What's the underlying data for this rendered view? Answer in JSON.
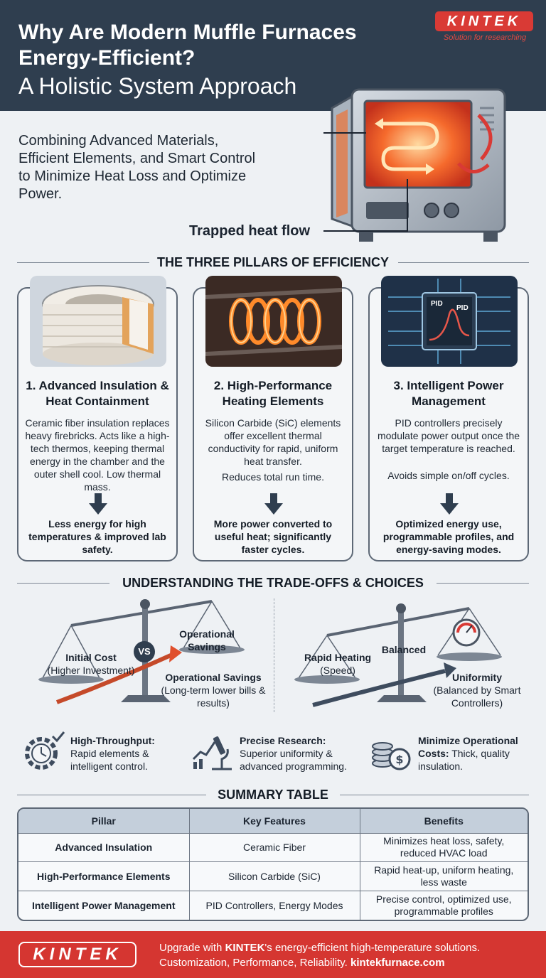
{
  "header": {
    "title_line1": "Why Are Modern Muffle Furnaces",
    "title_line2": "Energy-Efficient?",
    "title_line3": "A Holistic System Approach",
    "logo": "KINTEK",
    "tagline": "Solution for researching"
  },
  "intro": "Combining Advanced Materials, Efficient Elements, and Smart Control to Minimize Heat Loss and Optimize Power.",
  "illustration": {
    "heat_label": "Trapped heat flow"
  },
  "pillars": {
    "heading": "THE THREE PILLARS OF EFFICIENCY",
    "items": [
      {
        "title": "1. Advanced Insulation & Heat Containment",
        "description": "Ceramic fiber insulation replaces heavy firebricks. Acts like a high-tech thermos, keeping thermal energy in the chamber and the outer shell cool. Low thermal mass.",
        "extra": "",
        "result": "Less energy for high temperatures & improved lab safety."
      },
      {
        "title": "2. High-Performance Heating Elements",
        "description": "Silicon Carbide (SiC) elements offer excellent thermal conductivity for rapid, uniform heat transfer.",
        "extra": "Reduces total run time.",
        "result": "More power converted to useful heat; significantly faster cycles."
      },
      {
        "title": "3. Intelligent Power Management",
        "description": "PID controllers precisely modulate power output once the target temperature is reached.",
        "extra": "Avoids simple on/off cycles.",
        "result": "Optimized energy use, programmable profiles, and energy-saving modes.",
        "chip_label_1": "PID",
        "chip_label_2": "PID"
      }
    ]
  },
  "tradeoffs": {
    "heading": "UNDERSTANDING THE TRADE-OFFS & CHOICES",
    "left": {
      "initial_cost": "Initial Cost",
      "initial_cost_sub": "(Higher Investment)",
      "vs": "VS",
      "pan_label": "Operational Savings",
      "savings": "Operational Savings",
      "savings_sub": "(Long-term lower bills & results)"
    },
    "right": {
      "rapid": "Rapid Heating",
      "rapid_sub": "(Speed)",
      "balanced": "Balanced",
      "uniformity": "Uniformity",
      "uniformity_sub": "(Balanced by Smart Controllers)"
    }
  },
  "use_cases": [
    {
      "bold": "High-Throughput:",
      "text": "Rapid elements & intelligent control."
    },
    {
      "bold": "Precise Research:",
      "text": "Superior uniformity & advanced programming."
    },
    {
      "bold": "Minimize Operational Costs:",
      "text": "Thick, quality insulation."
    }
  ],
  "summary": {
    "heading": "SUMMARY TABLE",
    "headers": [
      "Pillar",
      "Key Features",
      "Benefits"
    ],
    "rows": [
      [
        "Advanced Insulation",
        "Ceramic Fiber",
        "Minimizes heat loss, safety, reduced HVAC load"
      ],
      [
        "High-Performance Elements",
        "Silicon Carbide (SiC)",
        "Rapid heat-up, uniform heating, less waste"
      ],
      [
        "Intelligent Power Management",
        "PID Controllers, Energy Modes",
        "Precise control, optimized use, programmable profiles"
      ]
    ]
  },
  "footer": {
    "logo": "KINTEK",
    "line1_pre": "Upgrade with",
    "line1_brand": "KINTEK",
    "line1_post": "'s energy-efficient high-temperature solutions.",
    "line2_pre": "Customization, Performance, Reliability.",
    "line2_url": "kintekfurnace.com"
  },
  "colors": {
    "header_bg": "#2f3e4f",
    "accent_red": "#d53631",
    "page_bg": "#eef1f4",
    "heat_orange": "#f2672a"
  }
}
